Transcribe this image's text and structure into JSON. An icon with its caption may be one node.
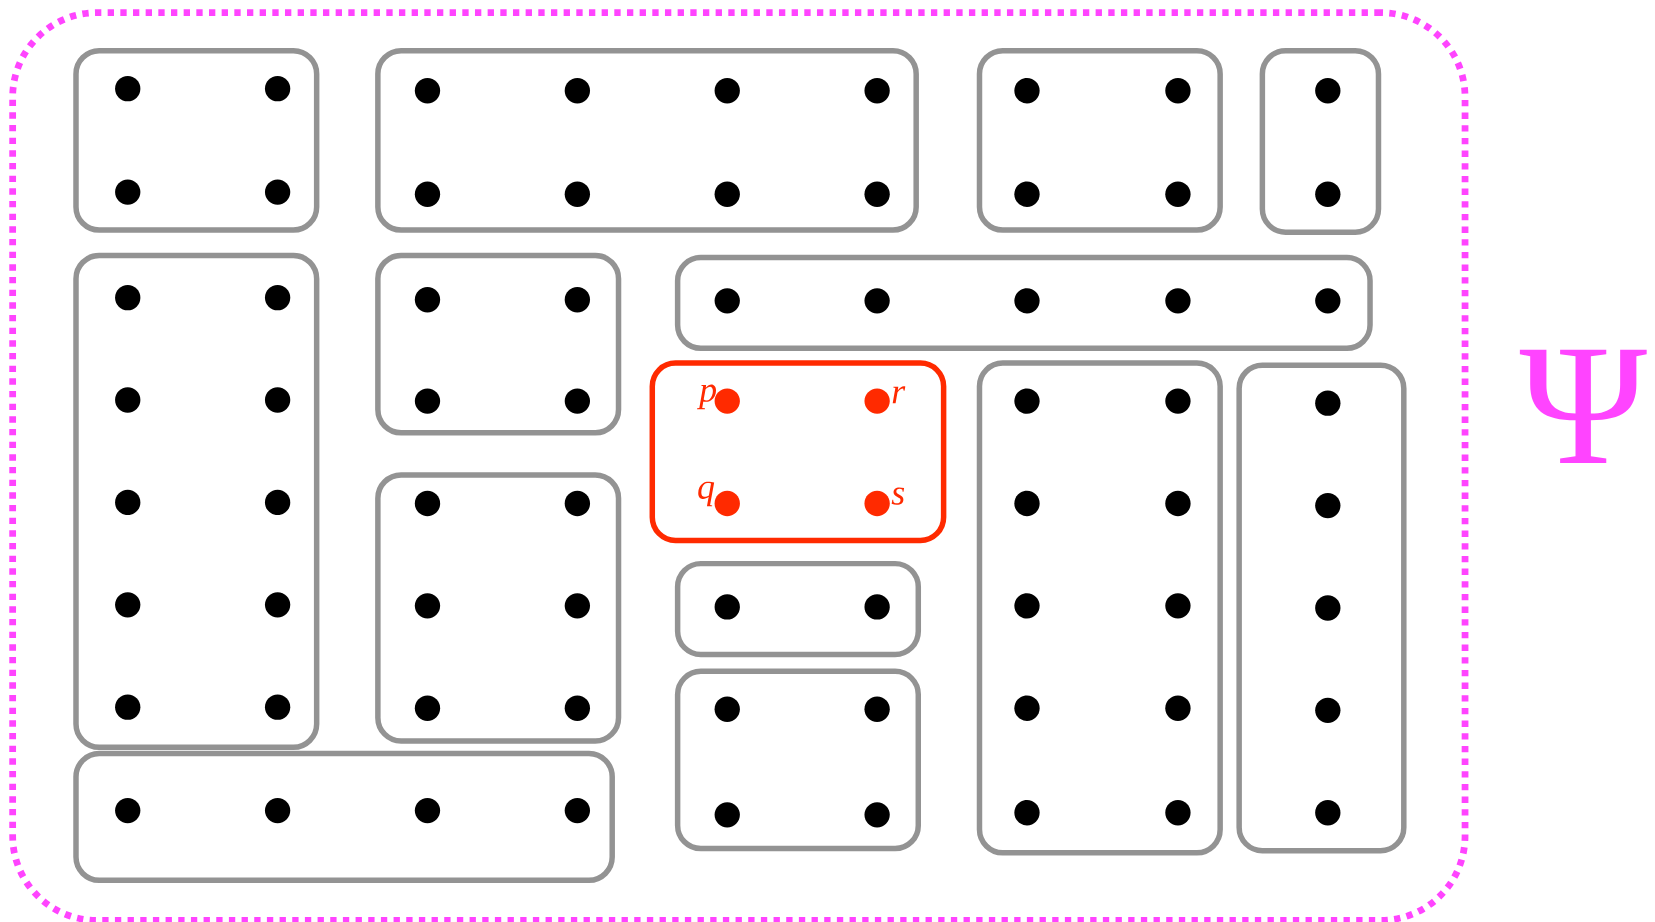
{
  "diagram": {
    "nodes": [
      {
        "text": [],
        "shape": "box"
      },
      {
        "text": [],
        "shape": "box",
        "in": 0
      },
      {
        "text": [],
        "shape": "box",
        "in": 0
      },
      {
        "text": [],
        "shape": "box",
        "in": 0
      },
      {
        "text": [],
        "shape": "box",
        "in": 0
      },
      {
        "text": [],
        "shape": "box",
        "in": 0
      },
      {
        "text": [],
        "shape": "box",
        "in": 0
      },
      {
        "text": [],
        "shape": "box",
        "in": 0
      },
      {
        "text": [
          "p",
          "r",
          "q",
          "s"
        ],
        "in": 0
      },
      {
        "text": [],
        "shape": "box",
        "in": 0
      },
      {
        "text": [],
        "shape": "box",
        "in": 0
      },
      {
        "text": [],
        "shape": "box",
        "in": 0
      },
      {
        "text": [],
        "shape": "box",
        "in": 0
      },
      {
        "text": [],
        "shape": "box",
        "in": 0
      },
      {
        "text": [],
        "shape": "box",
        "in": 0
      }
    ],
    "labels": [
      "Ψ"
    ]
  }
}
